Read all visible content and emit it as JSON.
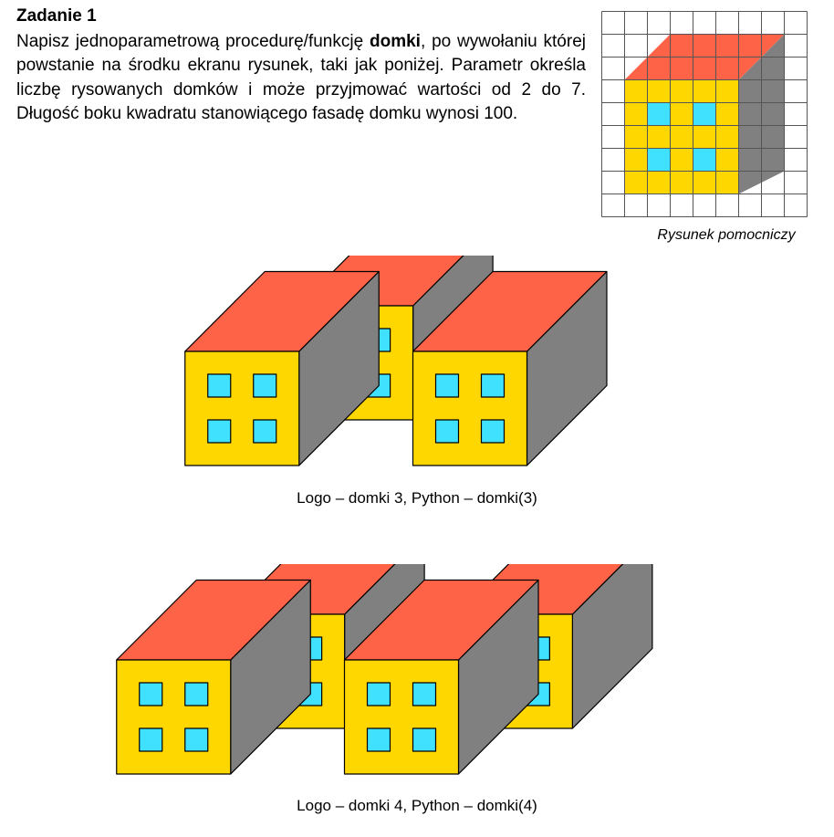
{
  "task": {
    "title": "Zadanie 1",
    "text_before": "Napisz jednoparametrową procedurę/funkcję ",
    "keyword": "domki",
    "text_after": ", po wywołaniu której powstanie na środku ekranu rysunek, taki jak poniżej. Parametr określa liczbę rysowanych domków i może przyjmować wartości od 2 do 7. Długość boku kwadratu stanowiącego fasadę domku wynosi 100."
  },
  "helper": {
    "caption": "Rysunek pomocniczy",
    "grid_cells": 9
  },
  "examples": [
    {
      "count": 3,
      "caption": "Logo – domki 3, Python – domki(3)"
    },
    {
      "count": 4,
      "caption": "Logo – domki 4, Python – domki(4)"
    }
  ],
  "colors": {
    "facade": "#FFD700",
    "roof": "#FF6347",
    "side": "#808080",
    "window": "#40E0FF",
    "outline": "#000000",
    "grid": "#555555"
  }
}
